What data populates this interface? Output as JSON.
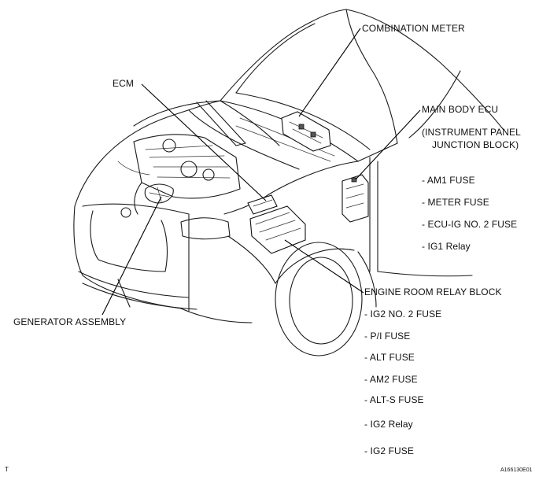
{
  "labels": {
    "combination_meter": "COMBINATION METER",
    "ecm": "ECM",
    "main_body_ecu": "MAIN BODY ECU",
    "main_body_ecu_sub1": "(INSTRUMENT PANEL",
    "main_body_ecu_sub2": "JUNCTION BLOCK)",
    "am1_fuse": "- AM1 FUSE",
    "meter_fuse": "- METER FUSE",
    "ecu_ig_no2_fuse": "- ECU-IG NO. 2 FUSE",
    "ig1_relay": "- IG1 Relay",
    "engine_room_relay_block": "ENGINE ROOM RELAY BLOCK",
    "ig2_no2_fuse": "- IG2 NO. 2 FUSE",
    "pi_fuse": "- P/I FUSE",
    "alt_fuse": "- ALT FUSE",
    "am2_fuse": "- AM2 FUSE",
    "alt_s_fuse": "- ALT-S FUSE",
    "ig2_relay": "- IG2 Relay",
    "ig2_fuse": "- IG2 FUSE",
    "generator_assembly": "GENERATOR ASSEMBLY",
    "corner_mark": "T",
    "figure_code": "A166130E01"
  }
}
